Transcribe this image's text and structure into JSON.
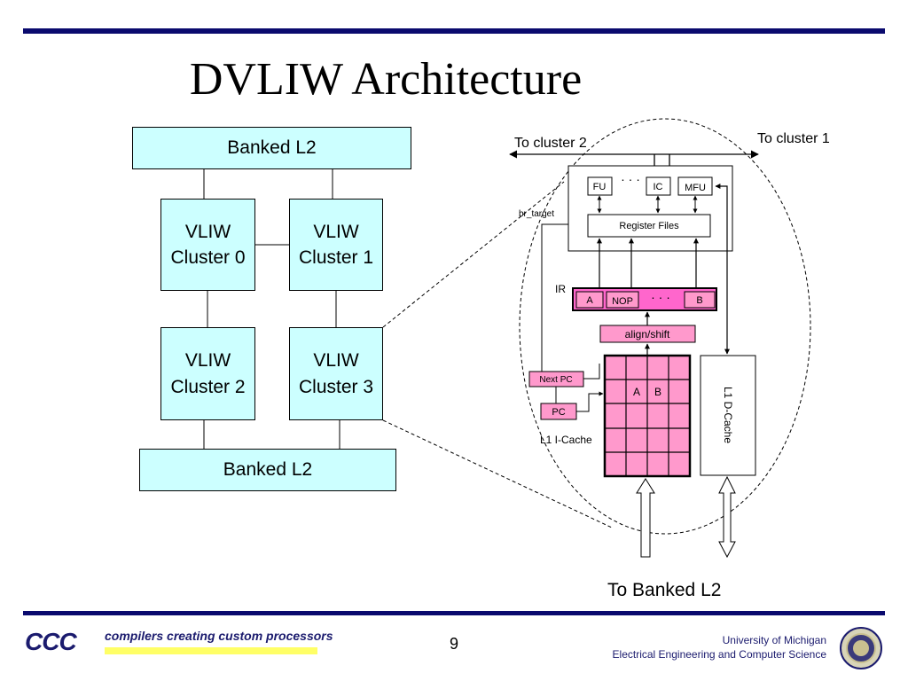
{
  "slide": {
    "title": "DVLIW Architecture",
    "page_number": "9"
  },
  "left_diagram": {
    "banked_l2_top": "Banked L2",
    "banked_l2_bottom": "Banked L2",
    "clusters": [
      {
        "line1": "VLIW",
        "line2": "Cluster 0"
      },
      {
        "line1": "VLIW",
        "line2": "Cluster 1"
      },
      {
        "line1": "VLIW",
        "line2": "Cluster 2"
      },
      {
        "line1": "VLIW",
        "line2": "Cluster 3"
      }
    ]
  },
  "detail": {
    "to_cluster_2": "To cluster 2",
    "to_cluster_1": "To cluster 1",
    "fu": "FU",
    "ic": "IC",
    "mfu": "MFU",
    "ellipsis": "· · ·",
    "register_files": "Register Files",
    "br_target": "br_target",
    "ir": "IR",
    "ir_a": "A",
    "ir_nop": "NOP",
    "ir_b": "B",
    "align_shift": "align/shift",
    "next_pc": "Next PC",
    "pc": "PC",
    "cache_a": "A",
    "cache_b": "B",
    "l1_icache": "L1 I-Cache",
    "l1_dcache": "L1 D-Cache",
    "to_banked_l2": "To Banked L2"
  },
  "footer": {
    "logo_text": "CCC",
    "tagline": "compilers creating custom processors",
    "university": "University of Michigan",
    "department": "Electrical Engineering and Computer Science"
  },
  "colors": {
    "cluster_fill": "#ccffff",
    "pink": "#ff99cc",
    "ir_pink": "#ff66cc",
    "navy": "#0a0a6e"
  }
}
